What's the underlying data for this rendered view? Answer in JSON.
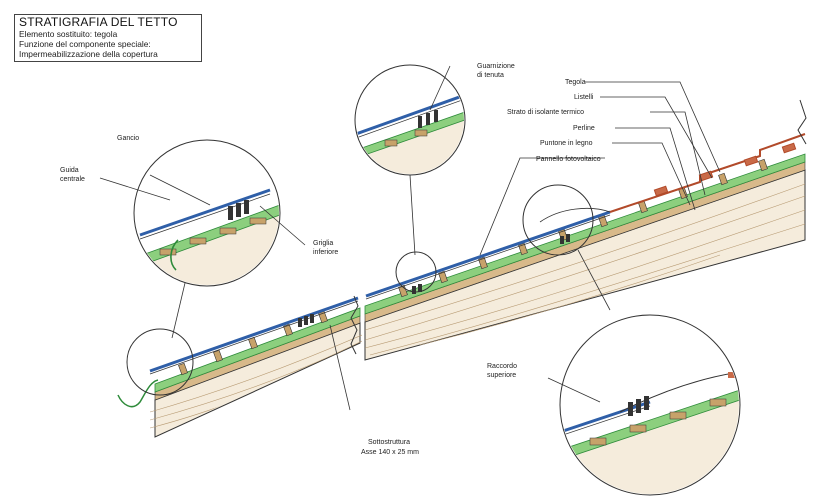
{
  "title_block": {
    "title": "STRATIGRAFIA DEL TETTO",
    "line1": "Elemento sostituito: tegola",
    "line2": "Funzione del componente speciale:",
    "line3": "Impermeabilizzazione della copertura"
  },
  "labels": {
    "gancio": "Gancio",
    "guida_1": "Guida",
    "guida_2": "centrale",
    "griglia_1": "Griglia",
    "griglia_2": "inferiore",
    "guarnizione_1": "Guarnizione",
    "guarnizione_2": "di tenuta",
    "tegola": "Tegola",
    "listelli": "Listelli",
    "isolante": "Strato di isolante termico",
    "perline": "Perline",
    "puntone": "Puntone in legno",
    "pannello": "Pannello fotovoltaico",
    "raccordo_1": "Raccordo",
    "raccordo_2": "superiore",
    "sotto_1": "Sottostruttura",
    "sotto_2": "Asse 140 x 25 mm"
  },
  "colors": {
    "panel_blue": "#2f5fa8",
    "insulation_green": "#3fa84a",
    "tile_red": "#b24a2a",
    "wood_tan": "#c7a26a",
    "line": "#333333"
  }
}
